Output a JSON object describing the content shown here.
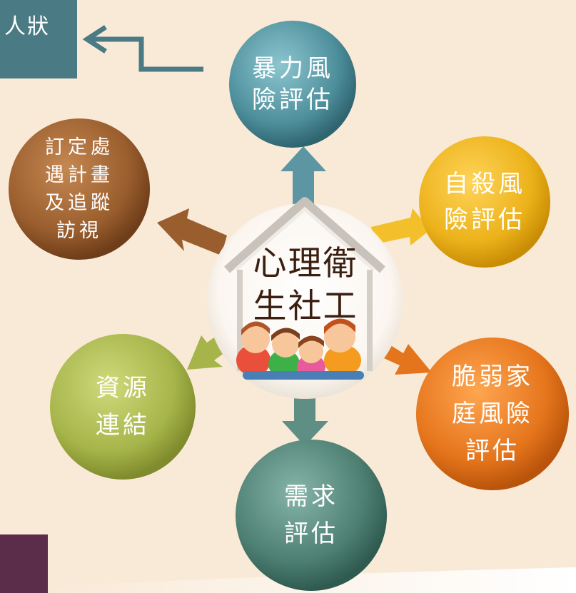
{
  "corner_box": {
    "text": "人狀"
  },
  "center": {
    "line1": "心理衛",
    "line2": "生社工"
  },
  "bubbles": {
    "violence": {
      "line1": "暴力風",
      "line2": "險評估",
      "color": "#4e8f9c"
    },
    "suicide": {
      "line1": "自殺風",
      "line2": "險評估",
      "color": "#ecb21a"
    },
    "plan": {
      "line1": "訂定處",
      "line2": "遇計畫",
      "line3": "及追蹤",
      "line4": "訪視",
      "color": "#9a5e2e"
    },
    "resource": {
      "line1": "資源",
      "line2": "連結",
      "color": "#a6b54a"
    },
    "family": {
      "line1": "脆弱家",
      "line2": "庭風險",
      "line3": "評估",
      "color": "#e5751c"
    },
    "need": {
      "line1": "需求",
      "line2": "評估",
      "color": "#4d7f72"
    }
  },
  "icons": {
    "center_illustration": "house-with-family-icon"
  }
}
